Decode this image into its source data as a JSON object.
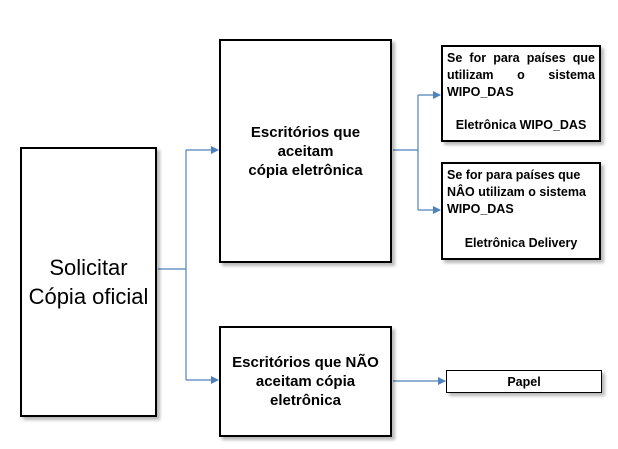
{
  "diagram": {
    "root": {
      "label": "Solicitar\nCópia oficial"
    },
    "electronic_offices": {
      "label": "Escritórios que aceitam\ncópia eletrônica"
    },
    "paper_offices": {
      "label": "Escritórios que NÃO\naceitam cópia\neletrônica"
    },
    "wipo_das": {
      "condition": "Se for para países que utilizam o sistema WIPO_DAS",
      "method": "Eletrônica WIPO_DAS"
    },
    "non_wipo_das": {
      "condition": "Se for para países que NÂO utilizam o sistema WIPO_DAS",
      "method": "Eletrônica Delivery"
    },
    "paper": {
      "label": "Papel"
    }
  },
  "colors": {
    "connector": "#4f81bd",
    "box_border": "#000000",
    "box_fill": "#ffffff"
  }
}
